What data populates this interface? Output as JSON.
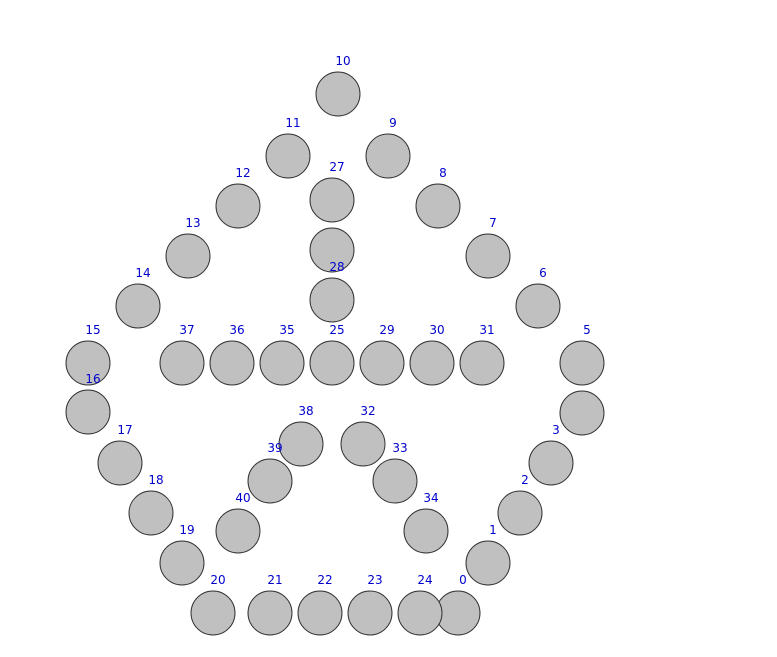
{
  "colors": {
    "background": "#ffffff",
    "node_fill": "#c0c0c0",
    "node_stroke": "#333333",
    "label": "#0000cc"
  },
  "nodes": [
    {
      "label": "0"
    },
    {
      "label": "1"
    },
    {
      "label": "2"
    },
    {
      "label": "3"
    },
    {
      "label": ""
    },
    {
      "label": "5"
    },
    {
      "label": "6"
    },
    {
      "label": "7"
    },
    {
      "label": "8"
    },
    {
      "label": "9"
    },
    {
      "label": "10"
    },
    {
      "label": "11"
    },
    {
      "label": "12"
    },
    {
      "label": "13"
    },
    {
      "label": "14"
    },
    {
      "label": "15"
    },
    {
      "label": "16"
    },
    {
      "label": "17"
    },
    {
      "label": "18"
    },
    {
      "label": "19"
    },
    {
      "label": "20"
    },
    {
      "label": "21"
    },
    {
      "label": "22"
    },
    {
      "label": "23"
    },
    {
      "label": "24"
    },
    {
      "label": "25"
    },
    {
      "label": ""
    },
    {
      "label": "27"
    },
    {
      "label": "28"
    },
    {
      "label": "29"
    },
    {
      "label": "30"
    },
    {
      "label": "31"
    },
    {
      "label": "32"
    },
    {
      "label": "33"
    },
    {
      "label": "34"
    },
    {
      "label": "35"
    },
    {
      "label": "36"
    },
    {
      "label": "37"
    },
    {
      "label": "38"
    },
    {
      "label": "39"
    },
    {
      "label": "40"
    }
  ]
}
